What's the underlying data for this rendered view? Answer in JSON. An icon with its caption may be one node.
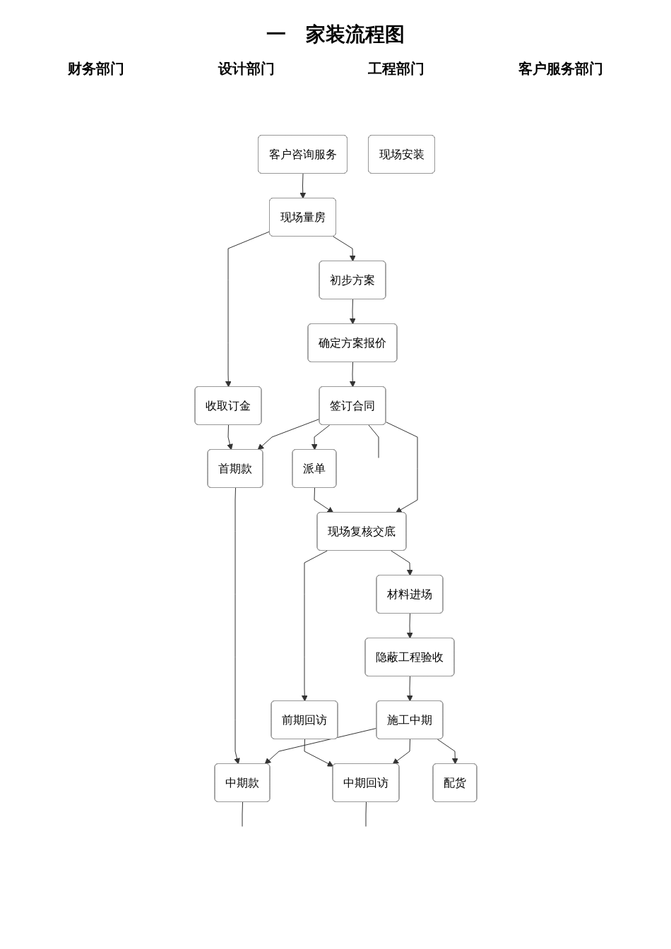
{
  "diagram": {
    "title": "一　家装流程图",
    "nodes": [
      {
        "text": [
          "客户咨询服务"
        ]
      },
      {
        "text": [
          "收取订金"
        ]
      },
      {
        "text": [
          "现场量房"
        ]
      },
      {
        "text": [
          "初步方案"
        ]
      },
      {
        "text": [
          "确定方案报价"
        ]
      },
      {
        "text": [
          "首期款"
        ]
      },
      {
        "text": [
          "签订合同"
        ]
      },
      {
        "text": [
          "派单"
        ]
      },
      {
        "text": [
          "现场复核交底"
        ]
      },
      {
        "text": [
          "前期回访"
        ]
      },
      {
        "text": [
          "材料进场"
        ]
      },
      {
        "text": [
          "隐蔽工程验收"
        ]
      },
      {
        "text": [
          "中期款"
        ]
      },
      {
        "text": [
          "施工中期"
        ]
      },
      {
        "text": [
          "中期回访"
        ]
      },
      {
        "text": [
          "配货"
        ]
      },
      {
        "text": [
          "现场安装"
        ]
      }
    ],
    "edges": [
      {
        "from": 0,
        "to": 2,
        "arrow": "to"
      },
      {
        "from": 2,
        "to": 1,
        "arrow": "to"
      },
      {
        "from": 2,
        "to": 3,
        "arrow": "to"
      },
      {
        "from": 3,
        "to": 4,
        "arrow": "to"
      },
      {
        "from": 4,
        "to": 6,
        "arrow": "to"
      },
      {
        "from": 1,
        "to": 5,
        "arrow": "to"
      },
      {
        "from": 6,
        "to": 5,
        "arrow": "to"
      },
      {
        "from": 6,
        "to": 7,
        "arrow": "to"
      },
      {
        "from": 7,
        "to": 8,
        "arrow": "to"
      },
      {
        "from": 6,
        "to": 8,
        "arrow": "to"
      },
      {
        "from": 8,
        "to": 9,
        "arrow": "to"
      },
      {
        "from": 8,
        "to": 10,
        "arrow": "to"
      },
      {
        "from": 10,
        "to": 11,
        "arrow": "to"
      },
      {
        "from": 11,
        "to": 13,
        "arrow": "to"
      },
      {
        "from": 5,
        "to": 12,
        "arrow": "to"
      },
      {
        "from": 9,
        "to": 14,
        "arrow": "to"
      },
      {
        "from": 13,
        "to": 12,
        "arrow": "to"
      },
      {
        "from": 13,
        "to": 14,
        "arrow": "to"
      },
      {
        "from": 13,
        "to": 15,
        "arrow": "to"
      },
      {
        "from": 12,
        "to": null,
        "arrow": "none"
      },
      {
        "from": 6,
        "to": null,
        "arrow": "none"
      },
      {
        "from": 14,
        "to": null,
        "arrow": "none"
      }
    ],
    "labels": [
      "财务部门",
      "设计部门",
      "工程部门",
      "客户服务部门"
    ]
  }
}
